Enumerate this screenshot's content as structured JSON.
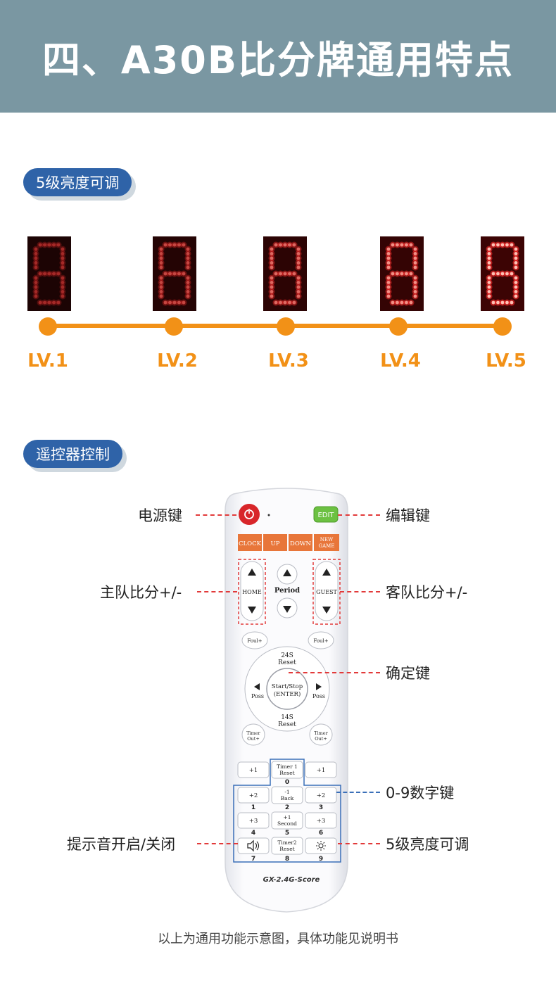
{
  "header": {
    "title": "四、A30B比分牌通用特点"
  },
  "section_brightness": {
    "badge": "5级亮度可调",
    "levels": [
      {
        "label": "LV.1",
        "intensity": 0.2
      },
      {
        "label": "LV.2",
        "intensity": 0.4
      },
      {
        "label": "LV.3",
        "intensity": 0.6
      },
      {
        "label": "LV.4",
        "intensity": 0.8
      },
      {
        "label": "LV.5",
        "intensity": 1.0
      }
    ],
    "colors": {
      "led": "#ff2a2a",
      "timeline": "#f29117"
    }
  },
  "section_remote": {
    "badge": "遥控器控制",
    "callouts": {
      "power": "电源键",
      "edit": "编辑键",
      "home": "主队比分+/-",
      "guest": "客队比分+/-",
      "enter": "确定键",
      "digits": "0-9数字键",
      "sound": "提示音开启/关闭",
      "brightness": "5级亮度可调"
    },
    "remote": {
      "edit": "EDIT",
      "row_buttons": [
        "CLOCK",
        "UP",
        "DOWN",
        "NEW",
        "GAME"
      ],
      "home": "HOME",
      "period": "Period",
      "guest": "GUEST",
      "foul": "Foul+",
      "reset24_a": "24S",
      "reset24_b": "Reset",
      "reset14_a": "14S",
      "reset14_b": "Reset",
      "poss": "Poss",
      "enter_a": "Start/Stop",
      "enter_b": "(ENTER)",
      "timer_a": "Timer",
      "timer_b": "Out+",
      "plus1": "+1",
      "plus2": "+2",
      "plus3": "+3",
      "timer1_a": "Timer 1",
      "timer1_b": "Reset",
      "back_a": "-1",
      "back_b": "Back",
      "second_a": "+1",
      "second_b": "Second",
      "timer2_a": "Timer2",
      "timer2_b": "Reset",
      "digits": [
        "0",
        "1",
        "2",
        "3",
        "4",
        "5",
        "6",
        "7",
        "8",
        "9"
      ],
      "model": "GX-2.4G-Score"
    },
    "colors": {
      "power": "#d8262a",
      "edit": "#6cc142",
      "row": "#e8763a",
      "callout_red": "#e23a3a",
      "callout_blue": "#3a6fb8"
    }
  },
  "footnote": "以上为通用功能示意图，具体功能见说明书"
}
